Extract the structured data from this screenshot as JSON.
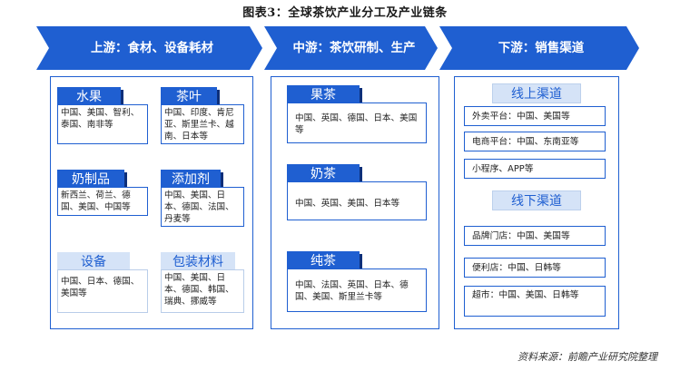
{
  "title": "图表3：全球茶饮产业分工及产业链条",
  "stages": [
    {
      "label": "上游：食材、设备耗材"
    },
    {
      "label": "中游：茶饮研制、生产"
    },
    {
      "label": "下游：销售渠道"
    }
  ],
  "upstream": [
    {
      "name": "水果",
      "text": "中国、美国、智利、泰国、南非等"
    },
    {
      "name": "茶叶",
      "text": "中国、印度、肯尼亚、斯里兰卡、越南、日本等"
    },
    {
      "name": "奶制品",
      "text": "新西兰、荷兰、德国、美国、中国等"
    },
    {
      "name": "添加剂",
      "text": "中国、美国、日本、德国、法国、丹麦等"
    },
    {
      "name": "设备",
      "text": "中国、日本、德国、美国等"
    },
    {
      "name": "包装材料",
      "text": "中国、美国、日本、德国、韩国、瑞典、挪威等"
    }
  ],
  "midstream": [
    {
      "name": "果茶",
      "text": "中国、英国、德国、日本、美国等"
    },
    {
      "name": "奶茶",
      "text": "中国、英国、美国、日本等"
    },
    {
      "name": "纯茶",
      "text": "中国、法国、英国、日本、德国、美国、斯里兰卡等"
    }
  ],
  "downstream": {
    "online": {
      "name": "线上渠道",
      "items": [
        "外卖平台：中国、美国等",
        "电商平台：中国、东南亚等",
        "小程序、APP等"
      ]
    },
    "offline": {
      "name": "线下渠道",
      "items": [
        "品牌门店：中国、美国等",
        "便利店：中国、日韩等",
        "超市：中国、美国、日韩等"
      ]
    }
  },
  "source": "资料来源：前瞻产业研究院整理",
  "colors": {
    "primary": "#1f5fd1",
    "shadow": "#0d2f7a",
    "light": "#d5e3f7"
  }
}
